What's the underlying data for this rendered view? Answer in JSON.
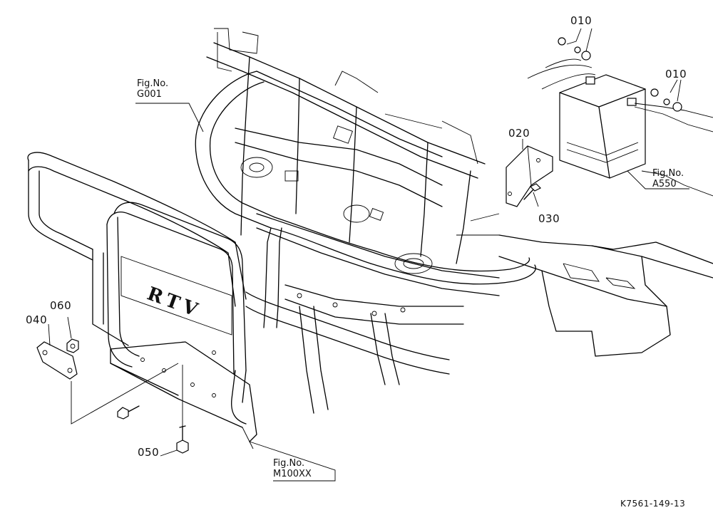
{
  "labels": {
    "p010a": "010",
    "p010b": "010",
    "p020": "020",
    "p030": "030",
    "p040": "040",
    "p050": "050",
    "p060": "060"
  },
  "fig_refs": {
    "g001": {
      "title": "Fig.No.",
      "code": "G001"
    },
    "a550": {
      "title": "Fig.No.",
      "code": "A550"
    },
    "m100xx": {
      "title": "Fig.No.",
      "code": "M100XX"
    }
  },
  "bumper_emblem": "RTV",
  "diagram_code": "K7561-149-13"
}
